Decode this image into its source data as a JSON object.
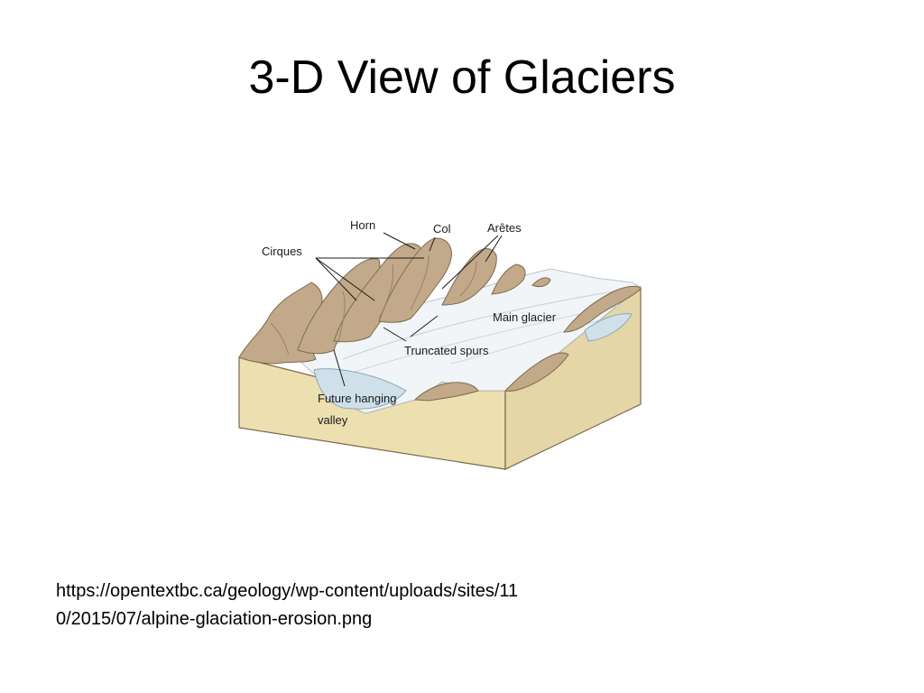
{
  "slide": {
    "title": "3-D View of Glaciers",
    "source_url": "https://opentextbc.ca/geology/wp-content/uploads/sites/110/2015/07/alpine-glaciation-erosion.png"
  },
  "diagram": {
    "labels": {
      "horn": "Horn",
      "col": "Col",
      "aretes": "Arêtes",
      "cirques": "Cirques",
      "main_glacier": "Main glacier",
      "truncated_spurs": "Truncated spurs",
      "hanging_valley_line1": "Future hanging",
      "hanging_valley_line2": "valley"
    },
    "colors": {
      "rock": "#c2a98a",
      "rock_shadow": "#9a8068",
      "ice": "#f2f5f8",
      "ice_shadow": "#c9d5df",
      "water": "#cfe0ea",
      "block_side": "#e4d6a6",
      "block_front": "#ecdfb0",
      "outline": "#7c6a4c"
    }
  }
}
